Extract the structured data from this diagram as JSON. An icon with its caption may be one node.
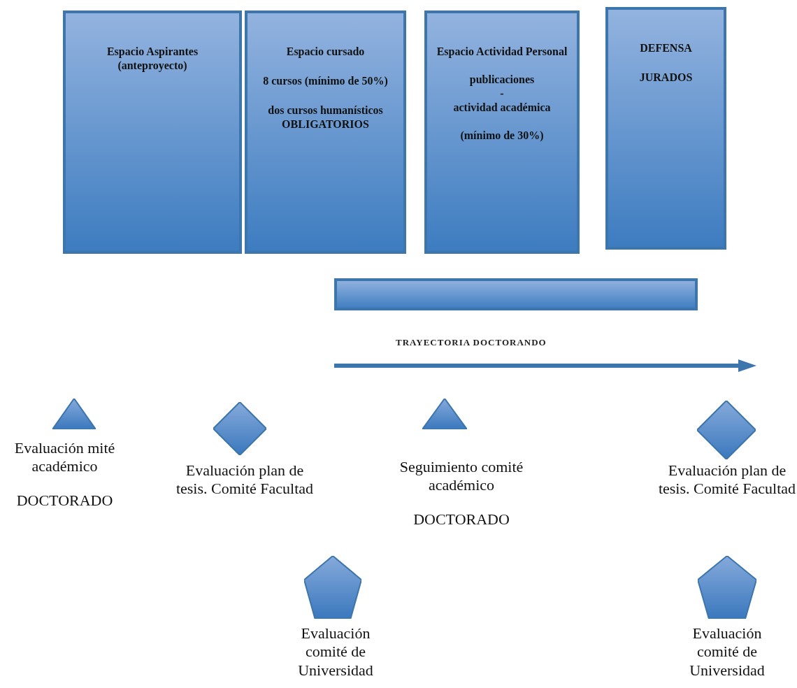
{
  "diagram": {
    "nodes": [
      {
        "text": [
          "Espacio Aspirantes (anteproyecto)"
        ]
      },
      {
        "text": [
          "Espacio cursado",
          "8 cursos (mínimo de 50%)",
          "dos cursos humanísticos OBLIGATORIOS"
        ]
      },
      {
        "text": [
          "Espacio Actividad Personal",
          "publicaciones",
          "-",
          "actividad académica",
          "(mínimo de 30%)"
        ]
      },
      {
        "text": [
          "DEFENSA",
          "JURADOS"
        ]
      },
      {
        "text": [],
        "shape": "bar"
      },
      {
        "text": [],
        "shape": "triangle",
        "beside": [
          "Evaluación mité académico",
          "DOCTORADO"
        ]
      },
      {
        "text": [],
        "shape": "diamond",
        "beside": [
          "Evaluación plan de tesis. Comité Facultad"
        ]
      },
      {
        "text": [],
        "shape": "pentagon",
        "beside": [
          "Evaluación comité de Universidad"
        ]
      },
      {
        "text": [],
        "shape": "triangle",
        "beside": [
          "Seguimiento comité académico",
          "DOCTORADO"
        ]
      },
      {
        "text": [],
        "shape": "diamond",
        "beside": [
          "Evaluación plan de tesis. Comité Facultad"
        ]
      },
      {
        "text": [],
        "shape": "pentagon",
        "beside": [
          "Evaluación comité de Universidad"
        ]
      }
    ],
    "edges": [],
    "labels": [
      "TRAYECTORIA DOCTORANDO"
    ]
  }
}
